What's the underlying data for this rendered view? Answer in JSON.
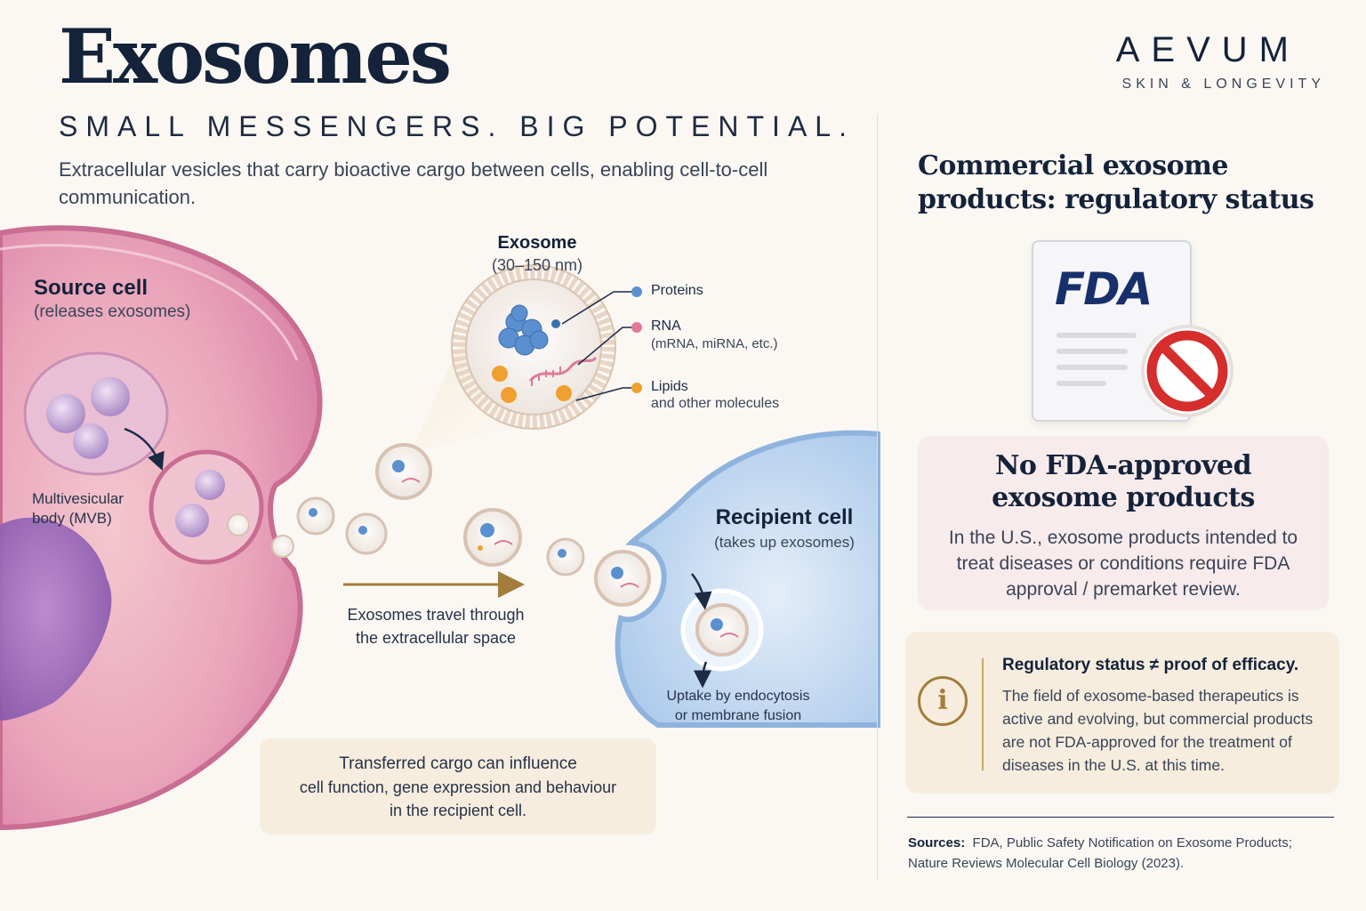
{
  "header": {
    "title": "Exosomes",
    "tagline": "SMALL MESSENGERS. BIG POTENTIAL.",
    "intro": "Extracellular vesicles that carry bioactive cargo between cells, enabling cell-to-cell communication."
  },
  "brand": {
    "name": "AEVUM",
    "sub": "SKIN & LONGEVITY"
  },
  "diagram": {
    "source_cell": {
      "title": "Source cell",
      "subtitle": "(releases exosomes)"
    },
    "mvb": {
      "label_line1": "Multivesicular",
      "label_line2": "body (MVB)"
    },
    "exosome": {
      "title": "Exosome",
      "size": "(30–150 nm)"
    },
    "cargo": {
      "proteins": {
        "label": "Proteins",
        "color": "#5a8fd0"
      },
      "rna": {
        "label": "RNA",
        "detail": "(mRNA, miRNA, etc.)",
        "color": "#e07a98"
      },
      "lipids": {
        "label": "Lipids",
        "detail": "and other molecules",
        "color": "#f0a030"
      }
    },
    "travel": {
      "line1": "Exosomes travel through",
      "line2": "the extracellular space"
    },
    "recipient_cell": {
      "title": "Recipient cell",
      "subtitle": "(takes up exosomes)"
    },
    "uptake": {
      "line1": "Uptake by endocytosis",
      "line2": "or membrane fusion"
    },
    "transfer_note": {
      "line1": "Transferred cargo can influence",
      "line2": "cell function, gene expression and behaviour",
      "line3": "in the recipient cell."
    }
  },
  "regulatory": {
    "title": "Commercial exosome products: regulatory status",
    "fda_logo": "FDA",
    "approval_heading_line1": "No FDA-approved",
    "approval_heading_line2": "exosome products",
    "approval_body": "In the U.S., exosome products intended to treat diseases or conditions require FDA approval / premarket review.",
    "info_heading": "Regulatory status ≠ proof of efficacy.",
    "info_body": "The field of exosome-based therapeutics is active and evolving, but commercial products are not FDA-approved for the treatment of diseases in the U.S. at this time.",
    "info_icon": "info-icon"
  },
  "sources": {
    "label": "Sources:",
    "text": "FDA, Public Safety Notification on Exosome Products; Nature Reviews Molecular Cell Biology (2023)."
  },
  "colors": {
    "navy": "#14223a",
    "gold": "#a27d3c",
    "source_cell": "#e8a0b8",
    "recipient_cell": "#b9d4ef",
    "prohibited": "#d62d2d"
  }
}
